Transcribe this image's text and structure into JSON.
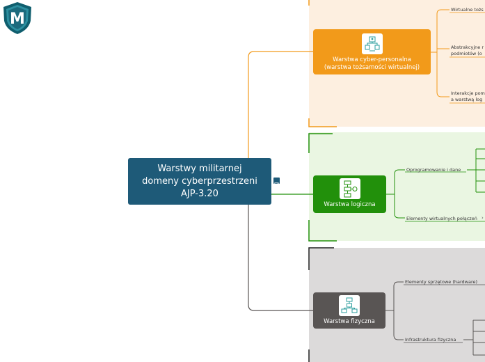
{
  "logo": {
    "icon": "shield-m-logo",
    "text": "M"
  },
  "root": {
    "line1": "Warstwy militarnej",
    "line2": "domeny cyberprzestrzeni",
    "line3": "AJP-3.20"
  },
  "note_icon": "note-icon",
  "cyber": {
    "title_line1": "Warstwa cyber-personalna",
    "title_line2": "(warstwa tożsamości wirtualnej)",
    "color": "#f29a1a",
    "bg": "#fdefe0",
    "children": [
      "Wirtualne tożs",
      "Abstrakcyjne r",
      "podmiotów (o",
      "Interakcje pom",
      "a warstwą log"
    ]
  },
  "logical": {
    "title": "Warstwa logiczna",
    "color": "#22900b",
    "bg": "#eaf6e2",
    "children": [
      "Oprogramowanie i dane",
      "Elementy wirtualnych połączeń"
    ]
  },
  "physical": {
    "title": "Warstwa fizyczna",
    "color": "#595554",
    "bg": "#dcdada",
    "children": [
      "Elementy sprzętowe (hardware)",
      "Infrastruktura fizyczna"
    ]
  }
}
